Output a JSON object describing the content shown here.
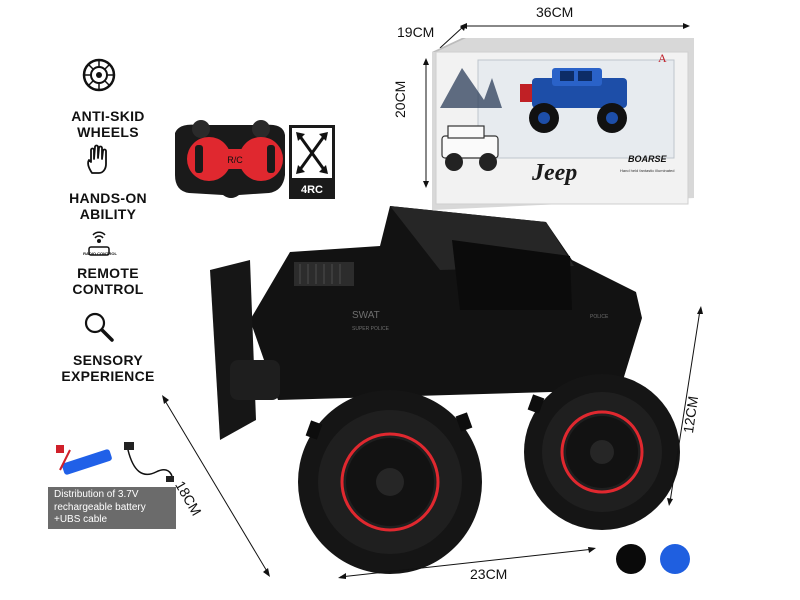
{
  "features": [
    {
      "label_line1": "ANTI-SKID",
      "label_line2": "WHEELS",
      "icon": "tire-icon"
    },
    {
      "label_line1": "HANDS-ON",
      "label_line2": "ABILITY",
      "icon": "hand-icon"
    },
    {
      "label_line1": "REMOTE",
      "label_line2": "CONTROL",
      "icon": "radio-control-icon"
    },
    {
      "label_line1": "SENSORY",
      "label_line2": "EXPERIENCE",
      "icon": "magnifier-icon"
    }
  ],
  "radio_icon_text": "RADIO CONTROL",
  "remote": {
    "center_label": "R/C",
    "mode_label": "4RC"
  },
  "box": {
    "width": "36CM",
    "depth": "19CM",
    "height": "20CM",
    "brand": "Jeep",
    "subtitle": "BOARSE",
    "fine_print": "Hand held fantastic illuminated"
  },
  "car": {
    "width": "23CM",
    "depth": "18CM",
    "height": "12CM",
    "decal_main": "SWAT",
    "decal_sub": "SUPER POLICE",
    "decal_side": "POLICE"
  },
  "battery": {
    "line1": "Distribution of 3.7V",
    "line2": "rechargeable battery",
    "line3": "+UBS cable"
  },
  "colors": {
    "black": "#0a0a0a",
    "blue": "#1f5fe0",
    "accent_red": "#e0282f",
    "caption_bg": "#6b6b6b"
  },
  "color_options": [
    "black",
    "blue"
  ]
}
